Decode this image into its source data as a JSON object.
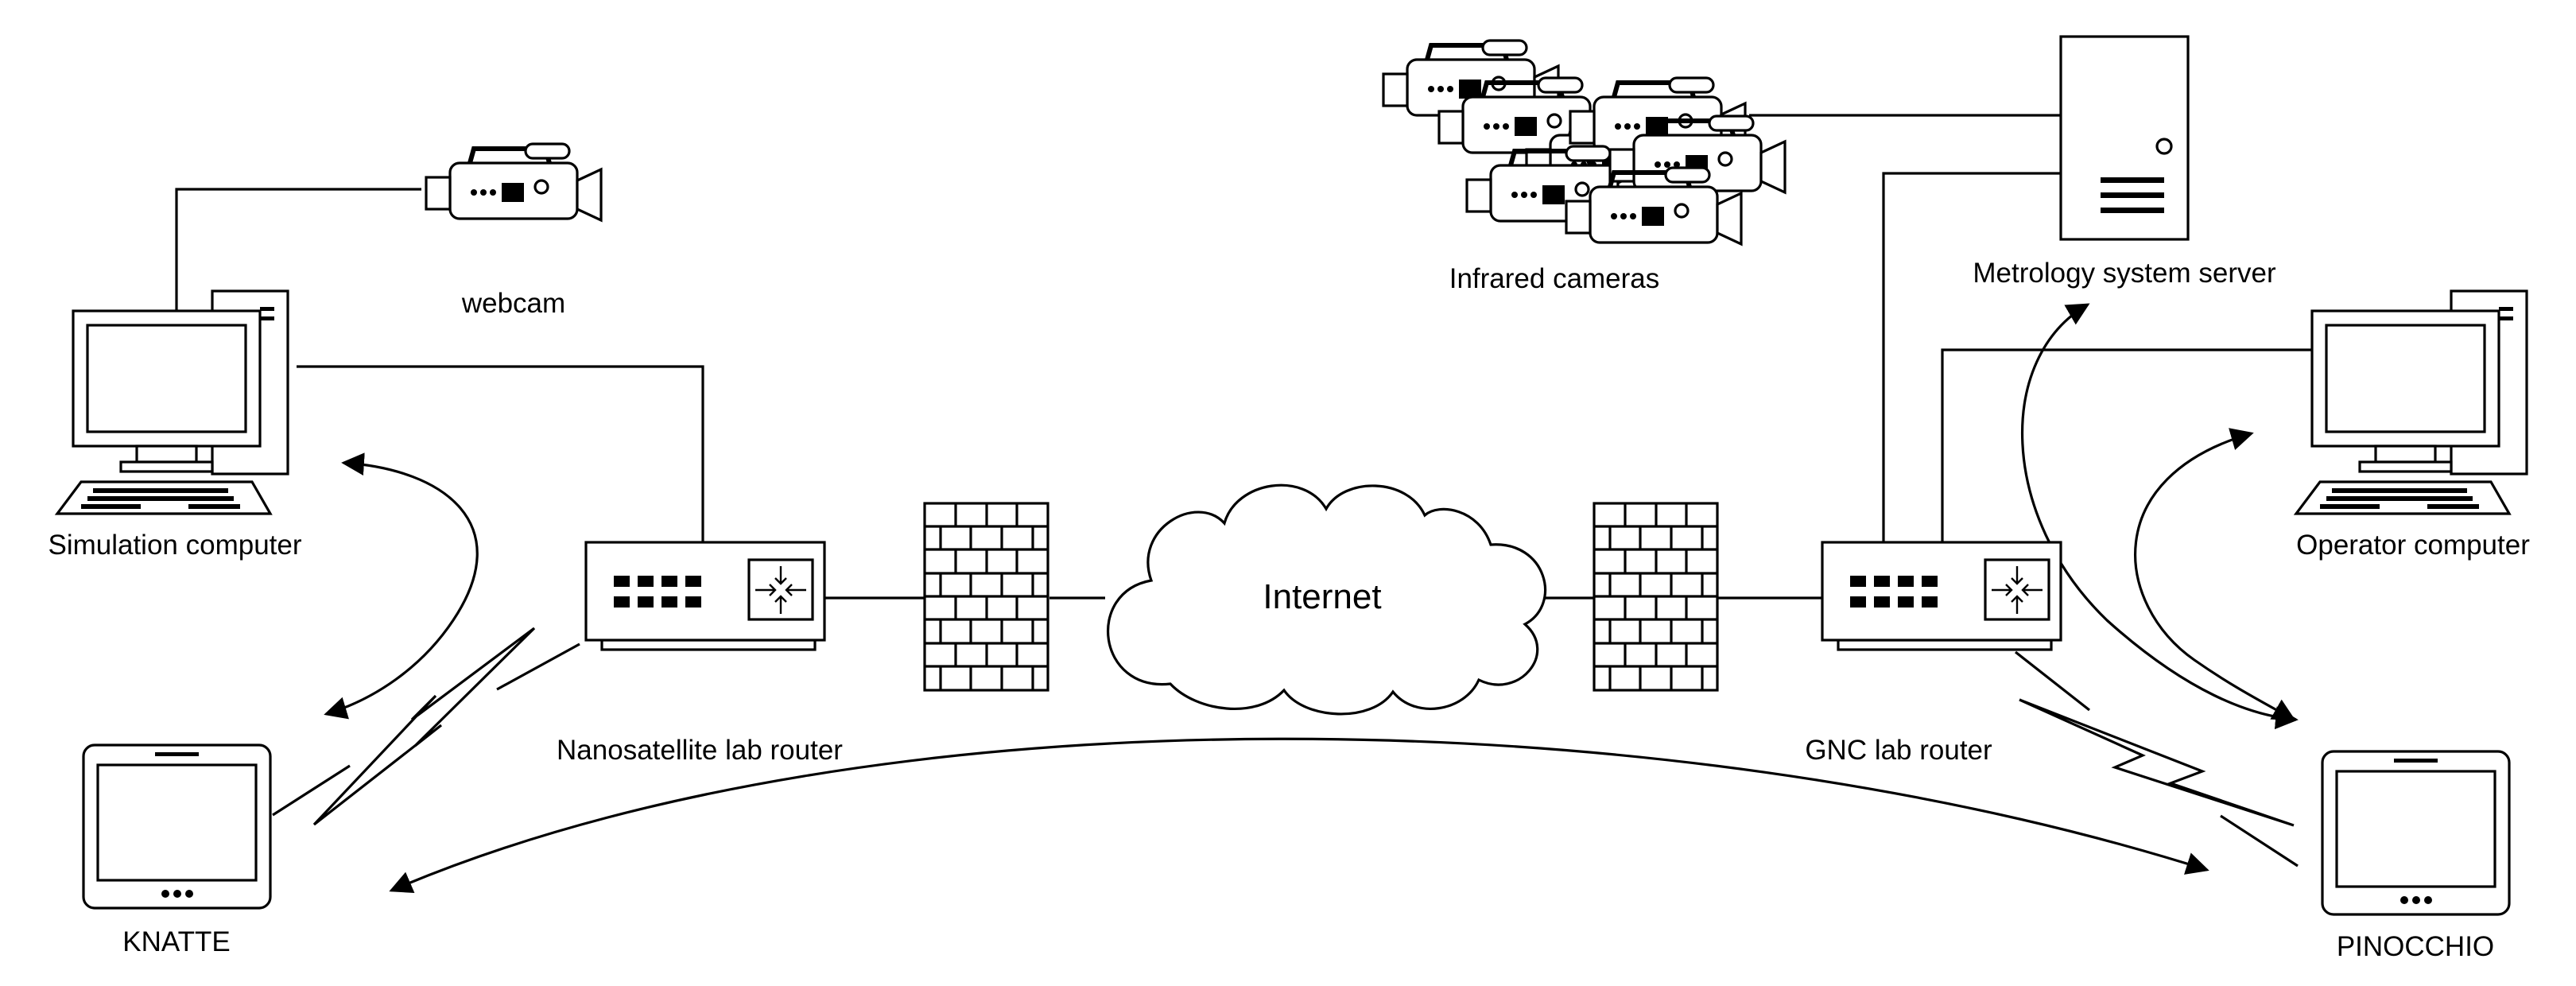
{
  "labels": {
    "webcam": "webcam",
    "simulation_computer": "Simulation computer",
    "nanosatellite_router": "Nanosatellite lab router",
    "internet": "Internet",
    "infrared_cameras": "Infrared cameras",
    "metrology_server": "Metrology system server",
    "operator_computer": "Operator computer",
    "gnc_router": "GNC lab router",
    "knatte": "KNATTE",
    "pinocchio": "PINOCCHIO"
  },
  "icons": {
    "camera": "video-camera-icon",
    "computer": "desktop-computer-icon",
    "router": "network-router-icon",
    "firewall": "firewall-icon",
    "cloud": "cloud-icon",
    "server": "server-tower-icon",
    "tablet": "tablet-device-icon",
    "wireless": "lightning-wireless-icon"
  },
  "colors": {
    "line": "#000000",
    "background": "#ffffff"
  }
}
